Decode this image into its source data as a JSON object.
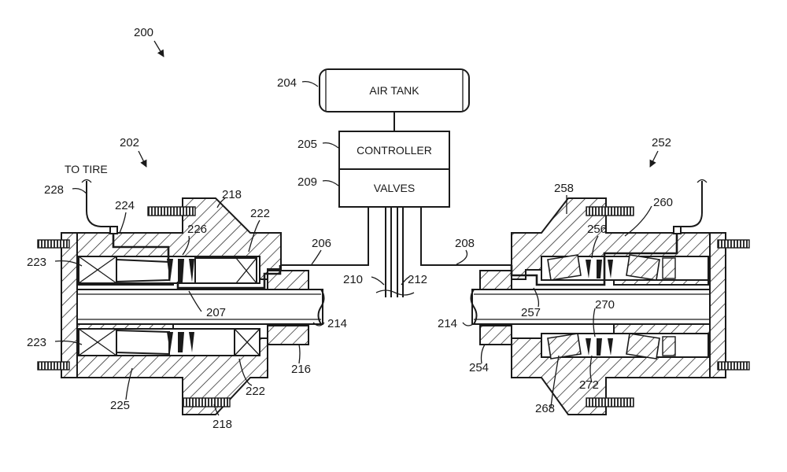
{
  "labels": {
    "ref_200": "200",
    "ref_202": "202",
    "ref_252": "252",
    "ref_204": "204",
    "ref_205": "205",
    "ref_209": "209",
    "ref_206": "206",
    "ref_208": "208",
    "ref_210": "210",
    "ref_212": "212",
    "ref_214_left": "214",
    "ref_214_right": "214",
    "ref_216": "216",
    "ref_218_top": "218",
    "ref_218_bottom": "218",
    "ref_222_top": "222",
    "ref_222_bottom": "222",
    "ref_223_top": "223",
    "ref_223_bottom": "223",
    "ref_224": "224",
    "ref_225": "225",
    "ref_226": "226",
    "ref_207": "207",
    "ref_228": "228",
    "ref_254": "254",
    "ref_256": "256",
    "ref_257": "257",
    "ref_258": "258",
    "ref_260": "260",
    "ref_268": "268",
    "ref_270": "270",
    "ref_272": "272"
  },
  "boxes": {
    "air_tank": "AIR TANK",
    "controller": "CONTROLLER",
    "valves": "VALVES"
  },
  "annotations": {
    "to_tire": "TO TIRE"
  }
}
